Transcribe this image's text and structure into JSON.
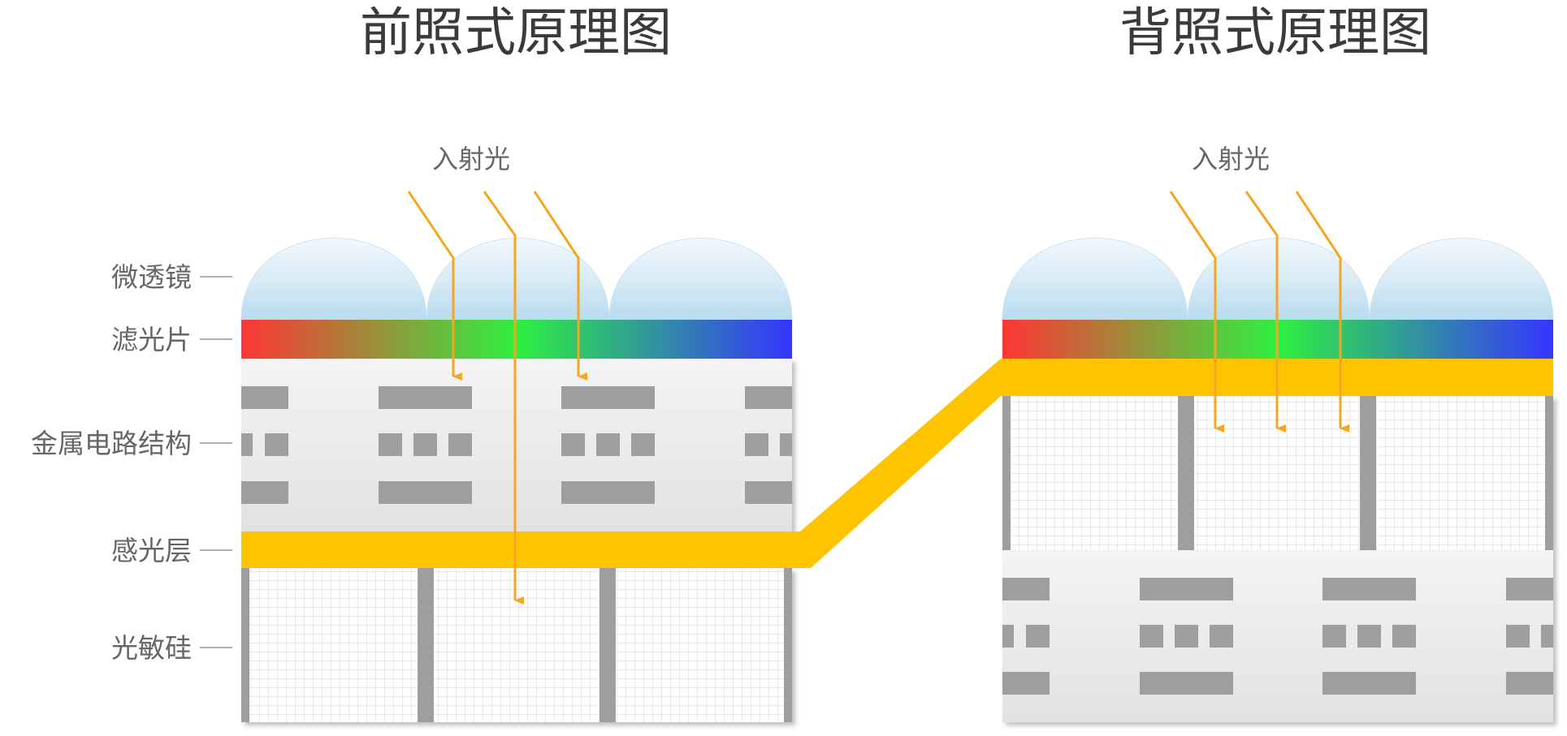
{
  "titles": {
    "front": "前照式原理图",
    "back": "背照式原理图"
  },
  "incident_light": {
    "front": "入射光",
    "back": "入射光"
  },
  "layer_labels": {
    "microlens": "微透镜",
    "filter": "滤光片",
    "metal": "金属电路结构",
    "photosensitive": "感光层",
    "silicon": "光敏硅"
  },
  "colors": {
    "title_text": "#3a3a3a",
    "label_text": "#666666",
    "arrow": "#f5a623",
    "photosensitive_layer": "#ffc400",
    "metal_block": "#9e9e9e",
    "grid_line": "#d4d4d4",
    "filter_red": "#ff3535",
    "filter_green": "#2ef040",
    "filter_blue": "#3535ff"
  }
}
